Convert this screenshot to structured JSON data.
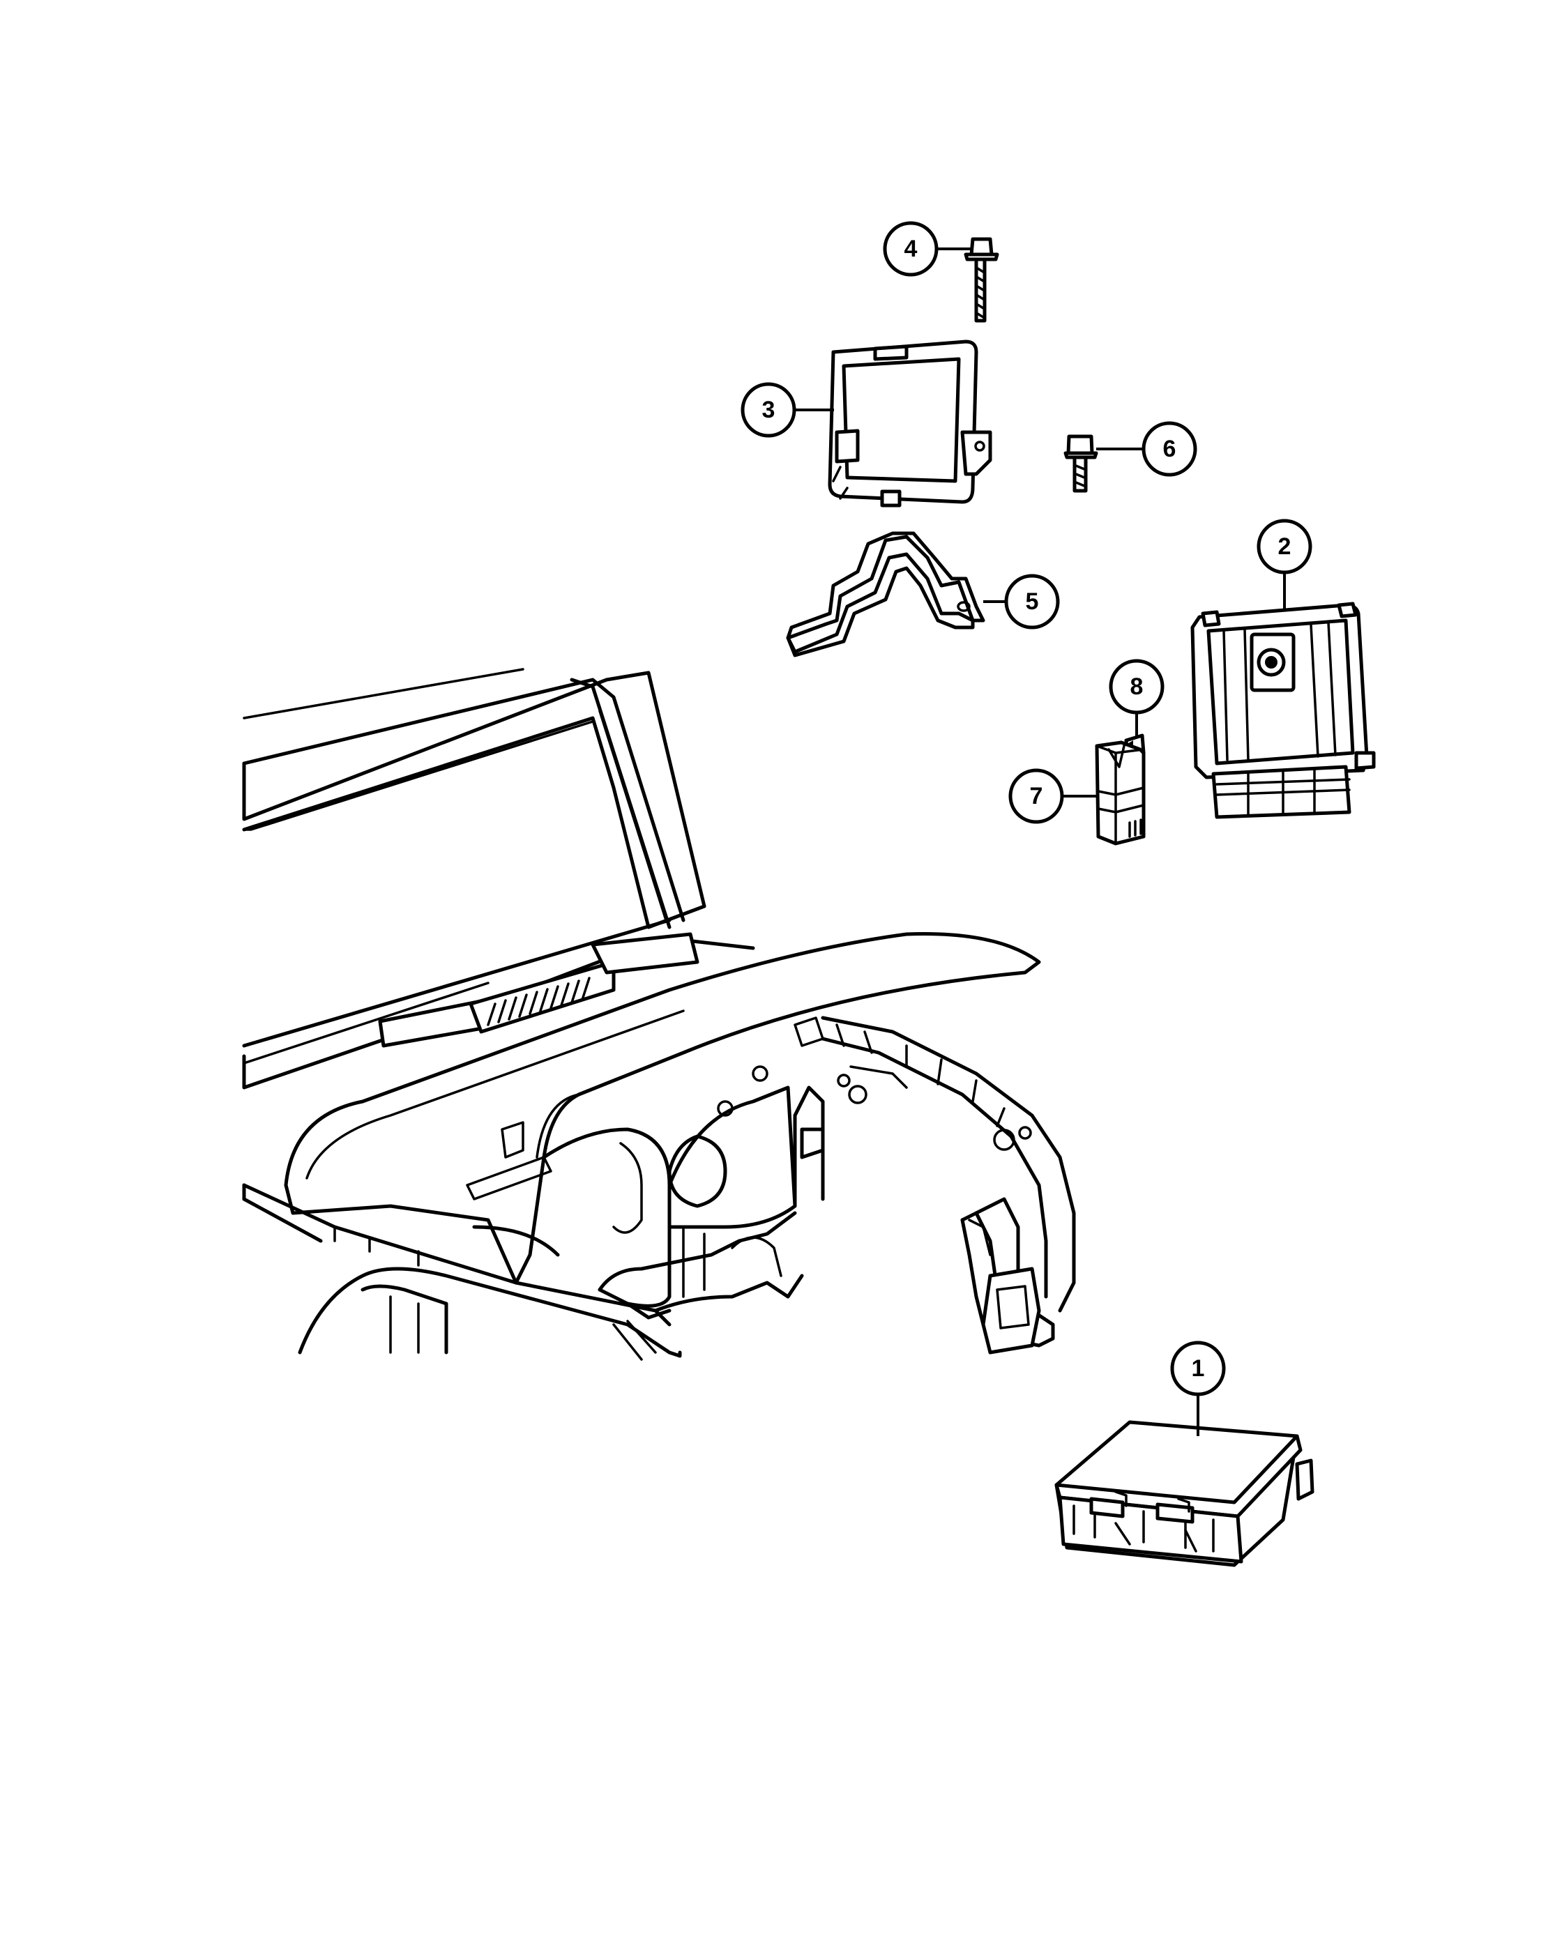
{
  "callouts": {
    "c1": "1",
    "c2": "2",
    "c3": "3",
    "c4": "4",
    "c5": "5",
    "c6": "6",
    "c7": "7",
    "c8": "8"
  },
  "parts": {
    "p1": "module-icon",
    "p2": "engine-controller-icon",
    "p3": "mounting-frame-icon",
    "p4": "long-bolt-icon",
    "p5": "bracket-icon",
    "p6": "short-bolt-icon",
    "p7": "relay-icon",
    "p8": "clip-icon",
    "vehicle": "vehicle-front-body-icon"
  },
  "colors": {
    "line": "#000000",
    "background": "#ffffff"
  }
}
